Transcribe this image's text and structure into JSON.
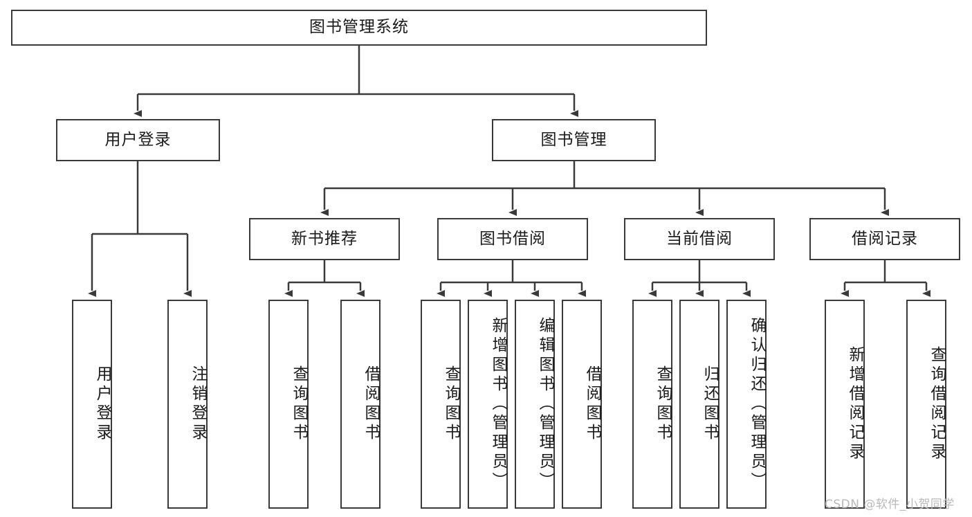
{
  "diagram": {
    "title": "图书管理系统",
    "type": "hierarchy-tree",
    "levels": 4,
    "root": {
      "id": "root",
      "label": "图书管理系统"
    },
    "level2": [
      {
        "id": "user-login",
        "label": "用户登录"
      },
      {
        "id": "book-management",
        "label": "图书管理"
      }
    ],
    "level3": [
      {
        "id": "new-book-recommend",
        "label": "新书推荐",
        "parent": "book-management"
      },
      {
        "id": "book-borrow",
        "label": "图书借阅",
        "parent": "book-management"
      },
      {
        "id": "current-borrow",
        "label": "当前借阅",
        "parent": "book-management"
      },
      {
        "id": "borrow-record",
        "label": "借阅记录",
        "parent": "book-management"
      }
    ],
    "leaves": {
      "user-login": [
        {
          "id": "leaf-user-login",
          "label": "用户登录"
        },
        {
          "id": "leaf-logout",
          "label": "注销登录"
        }
      ],
      "new-book-recommend": [
        {
          "id": "leaf-query-book-1",
          "label": "查询图书"
        },
        {
          "id": "leaf-borrow-book-1",
          "label": "借阅图书"
        }
      ],
      "book-borrow": [
        {
          "id": "leaf-query-book-2",
          "label": "查询图书"
        },
        {
          "id": "leaf-add-book",
          "label": "新增图书（管理员）"
        },
        {
          "id": "leaf-edit-book",
          "label": "编辑图书（管理员）"
        },
        {
          "id": "leaf-borrow-book-2",
          "label": "借阅图书"
        }
      ],
      "current-borrow": [
        {
          "id": "leaf-query-book-3",
          "label": "查询图书"
        },
        {
          "id": "leaf-return-book",
          "label": "归还图书"
        },
        {
          "id": "leaf-confirm-return",
          "label": "确认归还（管理员）"
        }
      ],
      "borrow-record": [
        {
          "id": "leaf-add-record",
          "label": "新增借阅记录"
        },
        {
          "id": "leaf-query-record",
          "label": "查询借阅记录"
        }
      ]
    }
  },
  "watermark": {
    "text": "CSDN @软件_小贺同学"
  },
  "colors": {
    "stroke": "#3a3a3a",
    "text": "#1a1a1a",
    "background": "#ffffff",
    "watermark": "#b9b9b9"
  }
}
